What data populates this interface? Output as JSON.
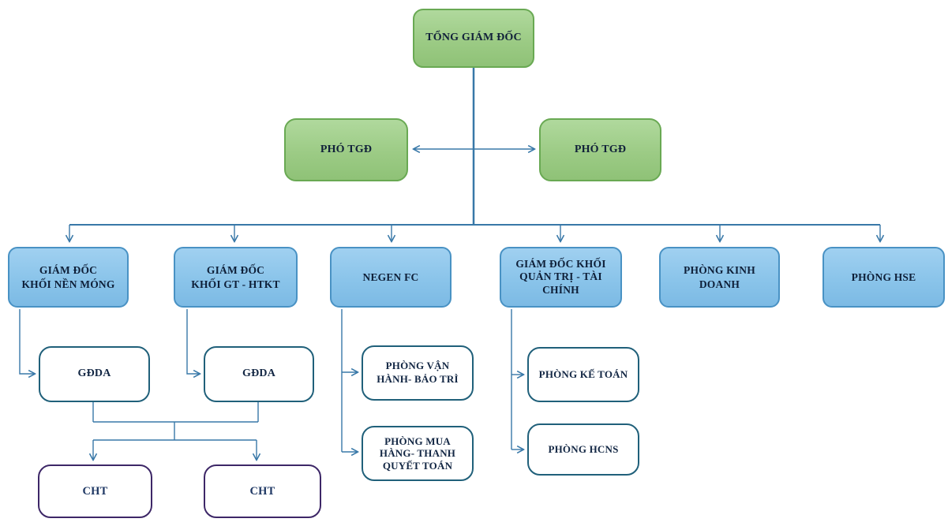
{
  "diagram": {
    "type": "org-chart",
    "nodes": {
      "tong_giam_doc": {
        "label": "TỔNG GIÁM ĐỐC",
        "level": 1
      },
      "pho_tgd_left": {
        "label": "PHÓ TGĐ",
        "level": 2
      },
      "pho_tgd_right": {
        "label": "PHÓ TGĐ",
        "level": 2
      },
      "gd_nen_mong": {
        "label": "GIÁM ĐỐC\nKHỐI NỀN MÓNG",
        "level": 3
      },
      "gd_gt_htkt": {
        "label": "GIÁM ĐỐC\nKHỐI GT - HTKT",
        "level": 3
      },
      "negen_fc": {
        "label": "NEGEN FC",
        "level": 3
      },
      "gd_quan_tri": {
        "label": "GIÁM ĐỐC KHỐI\nQUẢN TRỊ - TÀI\nCHÍNH",
        "level": 3
      },
      "phong_kinh_doanh": {
        "label": "PHÒNG KINH\nDOANH",
        "level": 3
      },
      "phong_hse": {
        "label": "PHÒNG HSE",
        "level": 3
      },
      "gdda_1": {
        "label": "GĐDA",
        "level": 4
      },
      "gdda_2": {
        "label": "GĐDA",
        "level": 4
      },
      "phong_van_hanh": {
        "label": "PHÒNG VẬN\nHÀNH- BẢO TRÌ",
        "level": 4
      },
      "phong_ke_toan": {
        "label": "PHÒNG KẾ TOÁN",
        "level": 4
      },
      "phong_mua_hang": {
        "label": "PHÒNG MUA\nHÀNG- THANH\nQUYẾT TOÁN",
        "level": 4
      },
      "phong_hcns": {
        "label": "PHÒNG HCNS",
        "level": 4
      },
      "cht_1": {
        "label": "CHT",
        "level": 5
      },
      "cht_2": {
        "label": "CHT",
        "level": 5
      }
    },
    "colors": {
      "green_fill": "#9ccb85",
      "green_border": "#69a953",
      "blue_fill": "#8ac4ea",
      "blue_border": "#4992c4",
      "teal_border": "#20607a",
      "purple_border": "#3d2767",
      "connector": "#3878a8",
      "text_dark_navy": "#14213d",
      "text_cht_navy": "#1f3864"
    }
  }
}
